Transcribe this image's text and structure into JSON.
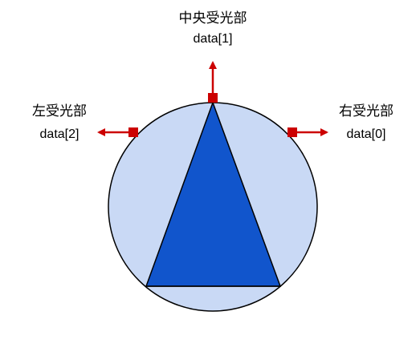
{
  "sensors": {
    "center": {
      "name": "中央受光部",
      "data": "data[1]"
    },
    "left": {
      "name": "左受光部",
      "data": "data[2]"
    },
    "right": {
      "name": "右受光部",
      "data": "data[0]"
    }
  },
  "colors": {
    "circle_fill": "#c9d9f5",
    "triangle_fill": "#1155cc",
    "outline": "#000000",
    "arrow": "#cc0000"
  }
}
